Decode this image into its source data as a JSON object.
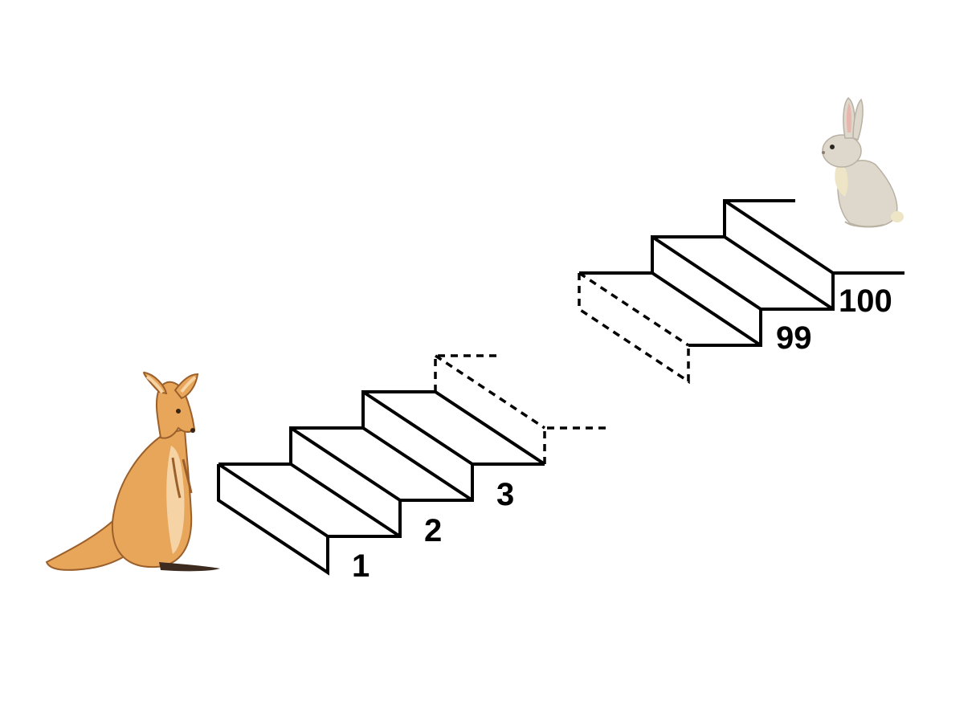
{
  "step_labels": {
    "first": "1",
    "second": "2",
    "third": "3",
    "ninety_ninth": "99",
    "hundredth": "100"
  },
  "characters": {
    "bottom": "kangaroo",
    "top": "rabbit"
  },
  "colors": {
    "kangaroo_body": "#e8a65a",
    "kangaroo_light": "#f6d3a4",
    "kangaroo_dark": "#9b5f2b",
    "rabbit_body": "#ddd7cc",
    "rabbit_light": "#eee4c6",
    "rabbit_ear_inner": "#e7b7ad",
    "line": "#000000"
  }
}
